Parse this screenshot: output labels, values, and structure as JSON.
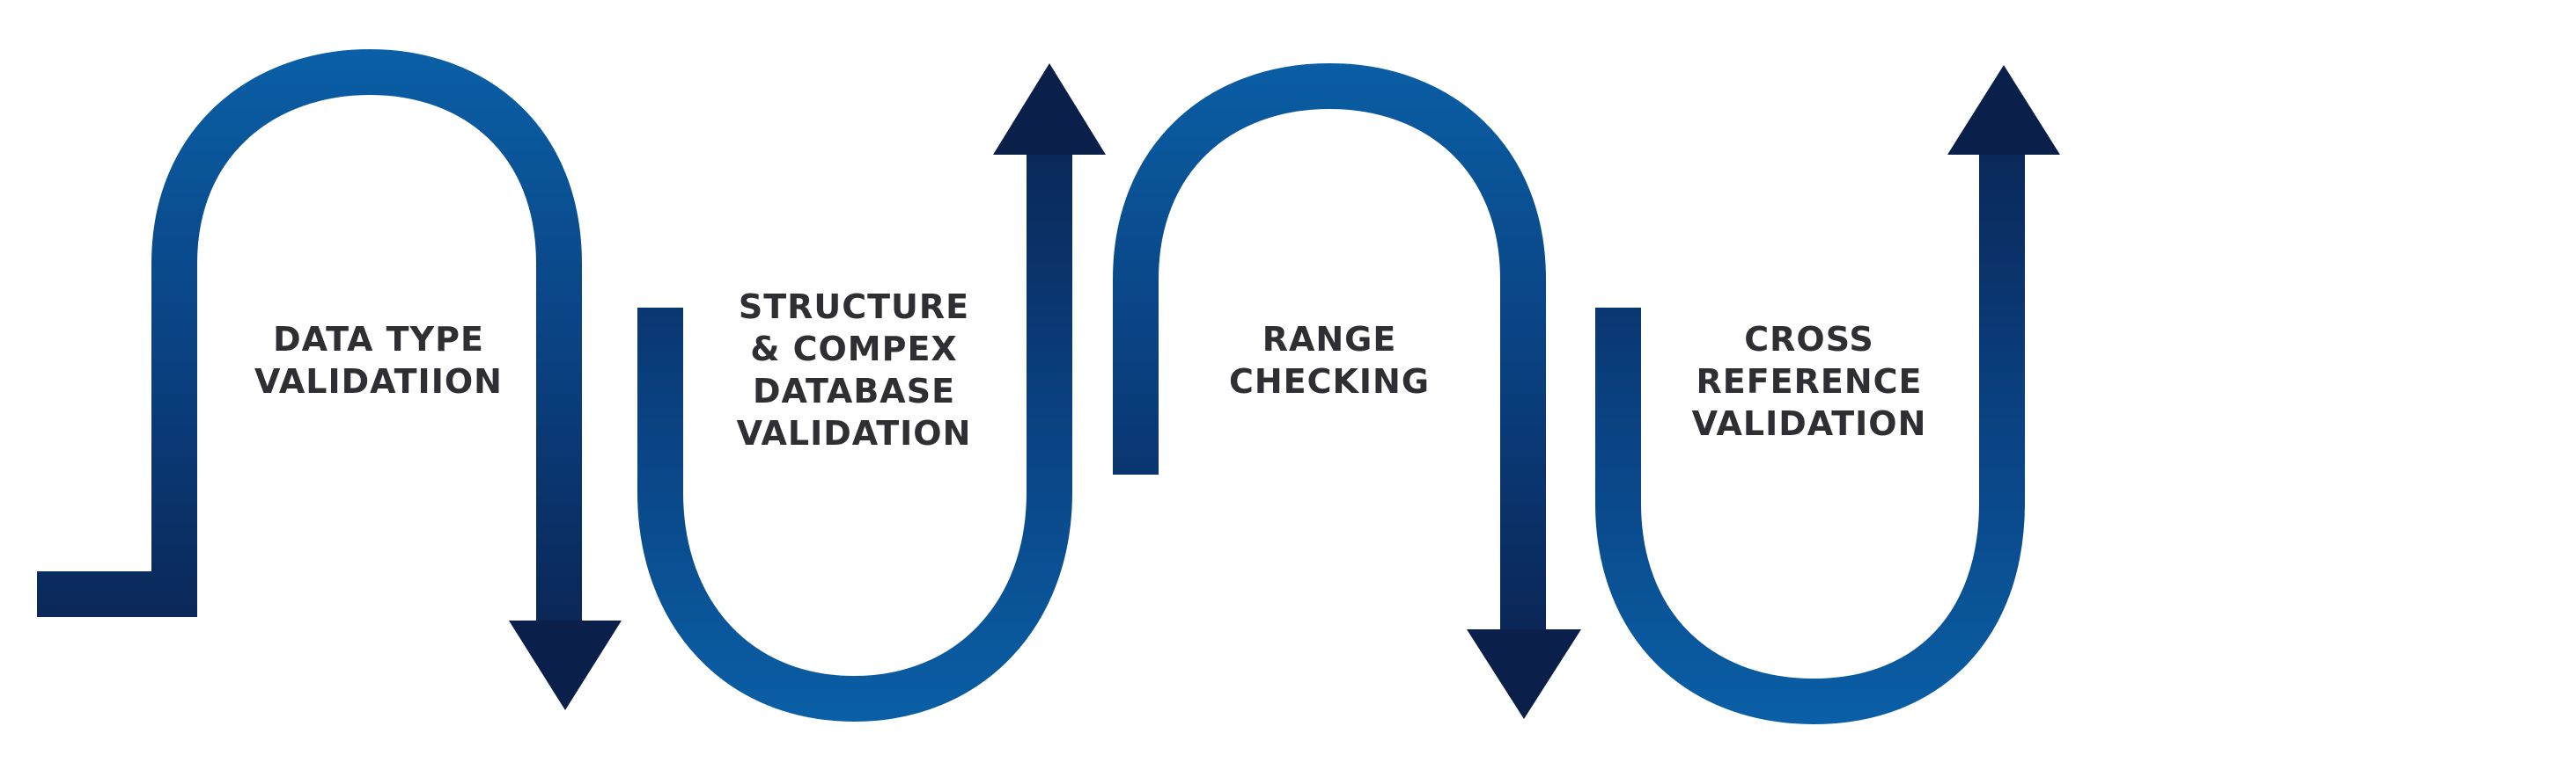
{
  "colors": {
    "band_light": "#0a5fa6",
    "band_mid": "#0a3f7e",
    "band_dark": "#0b1f4b",
    "label_text": "#2f2f33",
    "background": "#ffffff"
  },
  "steps": [
    {
      "lines": [
        "DATA TYPE",
        "VALIDATIION"
      ]
    },
    {
      "lines": [
        "STRUCTURE",
        "& COMPEX",
        "DATABASE",
        "VALIDATION"
      ]
    },
    {
      "lines": [
        "RANGE",
        "CHECKING"
      ]
    },
    {
      "lines": [
        "CROSS",
        "REFERENCE",
        "VALIDATION"
      ]
    }
  ]
}
